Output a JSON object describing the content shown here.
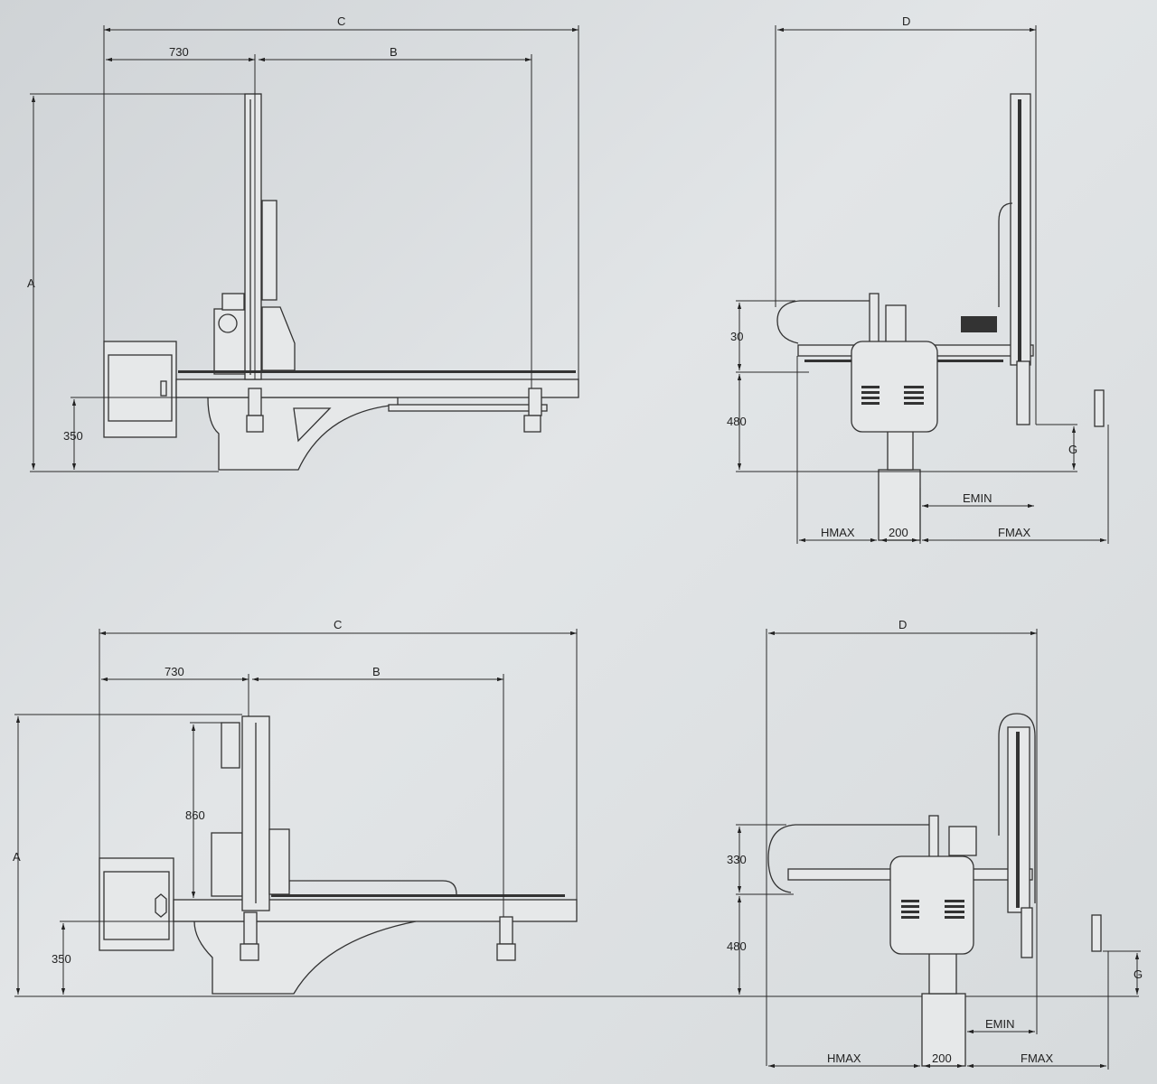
{
  "top_left_view": {
    "c": "C",
    "w730": "730",
    "b": "B",
    "a": "A",
    "h350": "350"
  },
  "top_right_view": {
    "d": "D",
    "h30": "30",
    "h480": "480",
    "g": "G",
    "emin": "EMIN",
    "hmax": "HMAX",
    "w200": "200",
    "fmax": "FMAX"
  },
  "bottom_left_view": {
    "c": "C",
    "w730": "730",
    "b": "B",
    "a": "A",
    "h860": "860",
    "h350": "350"
  },
  "bottom_right_view": {
    "d": "D",
    "h330": "330",
    "h480": "480",
    "g": "G",
    "emin": "EMIN",
    "hmax": "HMAX",
    "w200": "200",
    "fmax": "FMAX"
  }
}
